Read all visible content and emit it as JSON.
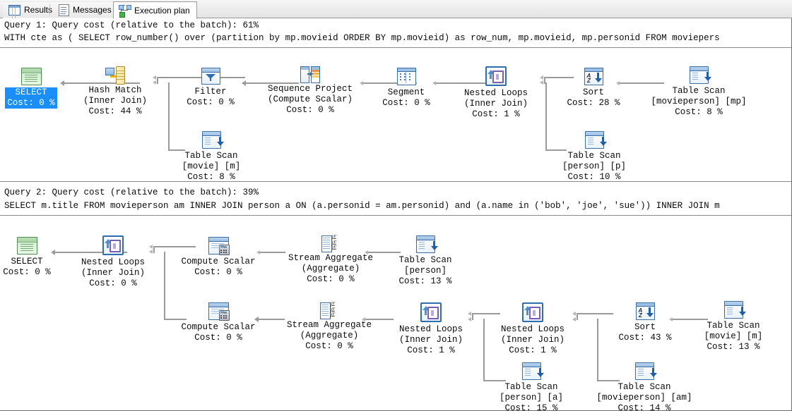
{
  "tabs": [
    {
      "id": "results",
      "label": "Results",
      "icon": "grid-icon",
      "active": false
    },
    {
      "id": "messages",
      "label": "Messages",
      "icon": "message-icon",
      "active": false
    },
    {
      "id": "plan",
      "label": "Execution plan",
      "icon": "execution-plan-icon",
      "active": true
    }
  ],
  "queries": [
    {
      "header": "Query 1: Query cost (relative to the batch): 61%",
      "sql": "WITH cte as ( SELECT row_number() over (partition by mp.movieid ORDER BY mp.movieid) as row_num, mp.movieid, mp.personid FROM moviepers",
      "cost_percent": 61,
      "nodes": [
        {
          "id": "q1-select",
          "icon": "select-icon",
          "lines": [
            "SELECT",
            "Cost: 0 %"
          ],
          "selected": true
        },
        {
          "id": "q1-hash-match",
          "icon": "hash-match-icon",
          "lines": [
            "Hash Match",
            "(Inner Join)",
            "Cost: 44 %"
          ],
          "selected": false
        },
        {
          "id": "q1-filter",
          "icon": "filter-icon",
          "lines": [
            "Filter",
            "Cost: 0 %"
          ],
          "selected": false
        },
        {
          "id": "q1-table-scan-movie",
          "icon": "table-scan-icon",
          "lines": [
            "Table Scan",
            "[movie] [m]",
            "Cost: 8 %"
          ],
          "selected": false
        },
        {
          "id": "q1-sequence-project",
          "icon": "sequence-project-icon",
          "lines": [
            "Sequence Project",
            "(Compute Scalar)",
            "Cost: 0 %"
          ],
          "selected": false
        },
        {
          "id": "q1-segment",
          "icon": "segment-icon",
          "lines": [
            "Segment",
            "Cost: 0 %"
          ],
          "selected": false
        },
        {
          "id": "q1-nested-loops",
          "icon": "nested-loops-icon",
          "lines": [
            "Nested Loops",
            "(Inner Join)",
            "Cost: 1 %"
          ],
          "selected": false
        },
        {
          "id": "q1-sort",
          "icon": "sort-icon",
          "lines": [
            "Sort",
            "Cost: 28 %"
          ],
          "selected": false
        },
        {
          "id": "q1-table-scan-person",
          "icon": "table-scan-icon",
          "lines": [
            "Table Scan",
            "[person] [p]",
            "Cost: 10 %"
          ],
          "selected": false
        },
        {
          "id": "q1-table-scan-moviepersonmp",
          "icon": "table-scan-icon",
          "lines": [
            "Table Scan",
            "[movieperson] [mp]",
            "Cost: 8 %"
          ],
          "selected": false
        }
      ]
    },
    {
      "header": "Query 2: Query cost (relative to the batch): 39%",
      "sql": "SELECT m.title FROM movieperson am INNER JOIN person a ON (a.personid = am.personid) and (a.name in ('bob', 'joe', 'sue')) INNER JOIN m",
      "cost_percent": 39,
      "nodes": [
        {
          "id": "q2-select",
          "icon": "select-icon",
          "lines": [
            "SELECT",
            "Cost: 0 %"
          ],
          "selected": false
        },
        {
          "id": "q2-nested-loops-1",
          "icon": "nested-loops-icon",
          "lines": [
            "Nested Loops",
            "(Inner Join)",
            "Cost: 0 %"
          ],
          "selected": false
        },
        {
          "id": "q2-compute-scalar-1",
          "icon": "compute-scalar-icon",
          "lines": [
            "Compute Scalar",
            "Cost: 0 %"
          ],
          "selected": false
        },
        {
          "id": "q2-stream-aggregate-1",
          "icon": "stream-aggregate-icon",
          "lines": [
            "Stream Aggregate",
            "(Aggregate)",
            "Cost: 0 %"
          ],
          "selected": false
        },
        {
          "id": "q2-table-scan-person",
          "icon": "table-scan-icon",
          "lines": [
            "Table Scan",
            "[person]",
            "Cost: 13 %"
          ],
          "selected": false
        },
        {
          "id": "q2-compute-scalar-2",
          "icon": "compute-scalar-icon",
          "lines": [
            "Compute Scalar",
            "Cost: 0 %"
          ],
          "selected": false
        },
        {
          "id": "q2-stream-aggregate-2",
          "icon": "stream-aggregate-icon",
          "lines": [
            "Stream Aggregate",
            "(Aggregate)",
            "Cost: 0 %"
          ],
          "selected": false
        },
        {
          "id": "q2-nested-loops-2",
          "icon": "nested-loops-icon",
          "lines": [
            "Nested Loops",
            "(Inner Join)",
            "Cost: 1 %"
          ],
          "selected": false
        },
        {
          "id": "q2-nested-loops-3",
          "icon": "nested-loops-icon",
          "lines": [
            "Nested Loops",
            "(Inner Join)",
            "Cost: 1 %"
          ],
          "selected": false
        },
        {
          "id": "q2-sort",
          "icon": "sort-icon",
          "lines": [
            "Sort",
            "Cost: 43 %"
          ],
          "selected": false
        },
        {
          "id": "q2-table-scan-movie",
          "icon": "table-scan-icon",
          "lines": [
            "Table Scan",
            "[movie] [m]",
            "Cost: 13 %"
          ],
          "selected": false
        },
        {
          "id": "q2-table-scan-person-a",
          "icon": "table-scan-icon",
          "lines": [
            "Table Scan",
            "[person] [a]",
            "Cost: 15 %"
          ],
          "selected": false
        },
        {
          "id": "q2-table-scan-movieperson-am",
          "icon": "table-scan-icon",
          "lines": [
            "Table Scan",
            "[movieperson] [am]",
            "Cost: 14 %"
          ],
          "selected": false
        }
      ]
    }
  ],
  "colors": {
    "selection": "#1a8ffa",
    "connector": "#9a9a9a",
    "operator_blue": "#3b6ea5",
    "select_green": "#4e8a4b",
    "tab_active_bg": "#ffffff"
  }
}
